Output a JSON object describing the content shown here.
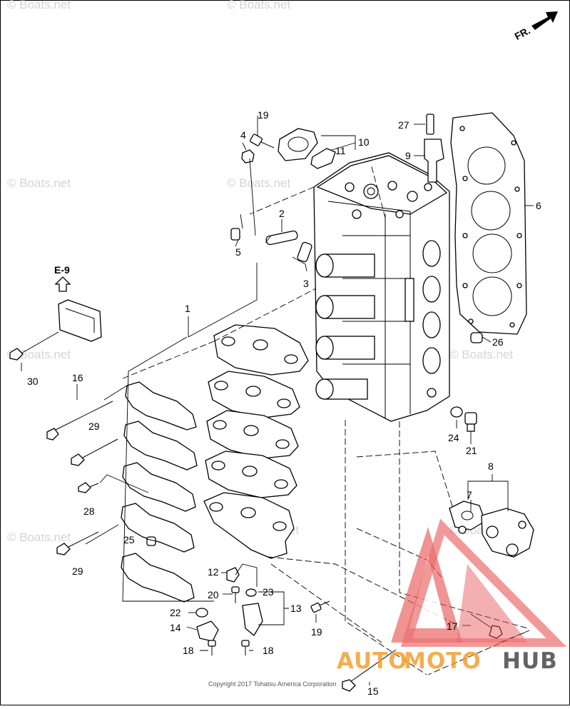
{
  "direction_label": "FR.",
  "ref_label": "E-9",
  "watermark_text": "© Boats.net",
  "copyright": "Copyright 2017 Tohatsu America Corporation",
  "brand": {
    "part1": "AUTO",
    "part2": "MOTO",
    "part3": "HUB",
    "color_orange": "#f0a033",
    "color_red": "#e85555",
    "color_dark": "#4a4a4a"
  },
  "parts": [
    {
      "id": "p1",
      "num": "1"
    },
    {
      "id": "p2",
      "num": "2"
    },
    {
      "id": "p3",
      "num": "3"
    },
    {
      "id": "p4",
      "num": "4"
    },
    {
      "id": "p5",
      "num": "5"
    },
    {
      "id": "p6",
      "num": "6"
    },
    {
      "id": "p7",
      "num": "7"
    },
    {
      "id": "p8",
      "num": "8"
    },
    {
      "id": "p9",
      "num": "9"
    },
    {
      "id": "p10",
      "num": "10"
    },
    {
      "id": "p11",
      "num": "11"
    },
    {
      "id": "p12",
      "num": "12"
    },
    {
      "id": "p13",
      "num": "13"
    },
    {
      "id": "p14",
      "num": "14"
    },
    {
      "id": "p15",
      "num": "15"
    },
    {
      "id": "p16",
      "num": "16"
    },
    {
      "id": "p17",
      "num": "17"
    },
    {
      "id": "p18a",
      "num": "18"
    },
    {
      "id": "p18b",
      "num": "18"
    },
    {
      "id": "p19a",
      "num": "19"
    },
    {
      "id": "p19b",
      "num": "19"
    },
    {
      "id": "p20",
      "num": "20"
    },
    {
      "id": "p21",
      "num": "21"
    },
    {
      "id": "p22",
      "num": "22"
    },
    {
      "id": "p23",
      "num": "23"
    },
    {
      "id": "p24",
      "num": "24"
    },
    {
      "id": "p25",
      "num": "25"
    },
    {
      "id": "p26",
      "num": "26"
    },
    {
      "id": "p27",
      "num": "27"
    },
    {
      "id": "p28",
      "num": "28"
    },
    {
      "id": "p29a",
      "num": "29"
    },
    {
      "id": "p29b",
      "num": "29"
    },
    {
      "id": "p30",
      "num": "30"
    }
  ]
}
